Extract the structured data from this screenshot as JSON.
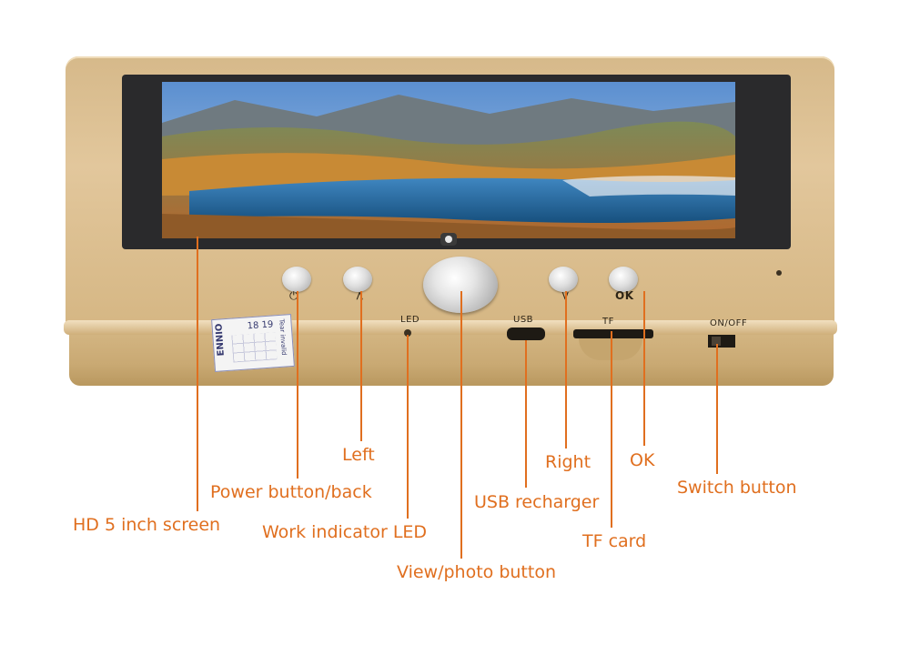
{
  "labels": {
    "screen": "HD 5 inch screen",
    "power": "Power button/back",
    "left": "Left",
    "led": "Work indicator LED",
    "view": "View/photo button",
    "usb": "USB recharger",
    "right": "Right",
    "tf": "TF card",
    "ok": "OK",
    "switch": "Switch button"
  },
  "engravings": {
    "led": "LED",
    "usb": "USB",
    "tf": "TF",
    "onoff": "ON/OFF",
    "ok": "OK",
    "left_arrow": "<",
    "right_arrow": ">"
  },
  "sticker": {
    "brand": "ENNIO",
    "row1": "18 19",
    "side": "Tear invalid"
  },
  "colors": {
    "callout": "#e06f1f",
    "body": "#d6b98a",
    "bezel": "#2a2a2c"
  }
}
